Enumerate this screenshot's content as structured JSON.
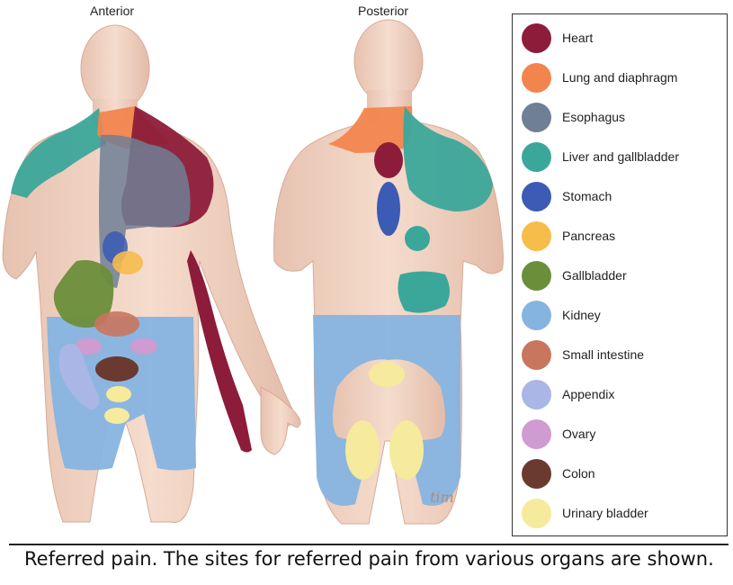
{
  "views": {
    "anterior_title": "Anterior",
    "posterior_title": "Posterior"
  },
  "colors": {
    "skin": "#efd2c2",
    "skin_shadow": "#d9b2a0",
    "heart": "#8c1c3a",
    "lung": "#f2854e",
    "esophagus": "#6f7f95",
    "liver": "#3ba79a",
    "stomach": "#3b5bb5",
    "pancreas": "#f6bd4b",
    "gallbladder": "#6b8e3a",
    "kidney": "#86b4e0",
    "small_intestine": "#c9765f",
    "appendix": "#a9b6e6",
    "ovary": "#cf9bd0",
    "colon": "#6a3a30",
    "bladder": "#f6ea9c"
  },
  "legend": [
    {
      "label": "Heart",
      "color": "#8c1c3a",
      "icon": "heart-color-swatch"
    },
    {
      "label": "Lung and diaphragm",
      "color": "#f2854e",
      "icon": "lung-color-swatch"
    },
    {
      "label": "Esophagus",
      "color": "#6f7f95",
      "icon": "esophagus-color-swatch"
    },
    {
      "label": "Liver and gallbladder",
      "color": "#3ba79a",
      "icon": "liver-color-swatch"
    },
    {
      "label": "Stomach",
      "color": "#3b5bb5",
      "icon": "stomach-color-swatch"
    },
    {
      "label": "Pancreas",
      "color": "#f6bd4b",
      "icon": "pancreas-color-swatch"
    },
    {
      "label": "Gallbladder",
      "color": "#6b8e3a",
      "icon": "gallbladder-color-swatch"
    },
    {
      "label": "Kidney",
      "color": "#86b4e0",
      "icon": "kidney-color-swatch"
    },
    {
      "label": "Small intestine",
      "color": "#c9765f",
      "icon": "small-intestine-color-swatch"
    },
    {
      "label": "Appendix",
      "color": "#a9b6e6",
      "icon": "appendix-color-swatch"
    },
    {
      "label": "Ovary",
      "color": "#cf9bd0",
      "icon": "ovary-color-swatch"
    },
    {
      "label": "Colon",
      "color": "#6a3a30",
      "icon": "colon-color-swatch"
    },
    {
      "label": "Urinary bladder",
      "color": "#f6ea9c",
      "icon": "urinary-bladder-color-swatch"
    }
  ],
  "caption": "Referred pain. The sites for referred pain from various organs are shown.",
  "signature": "tim"
}
